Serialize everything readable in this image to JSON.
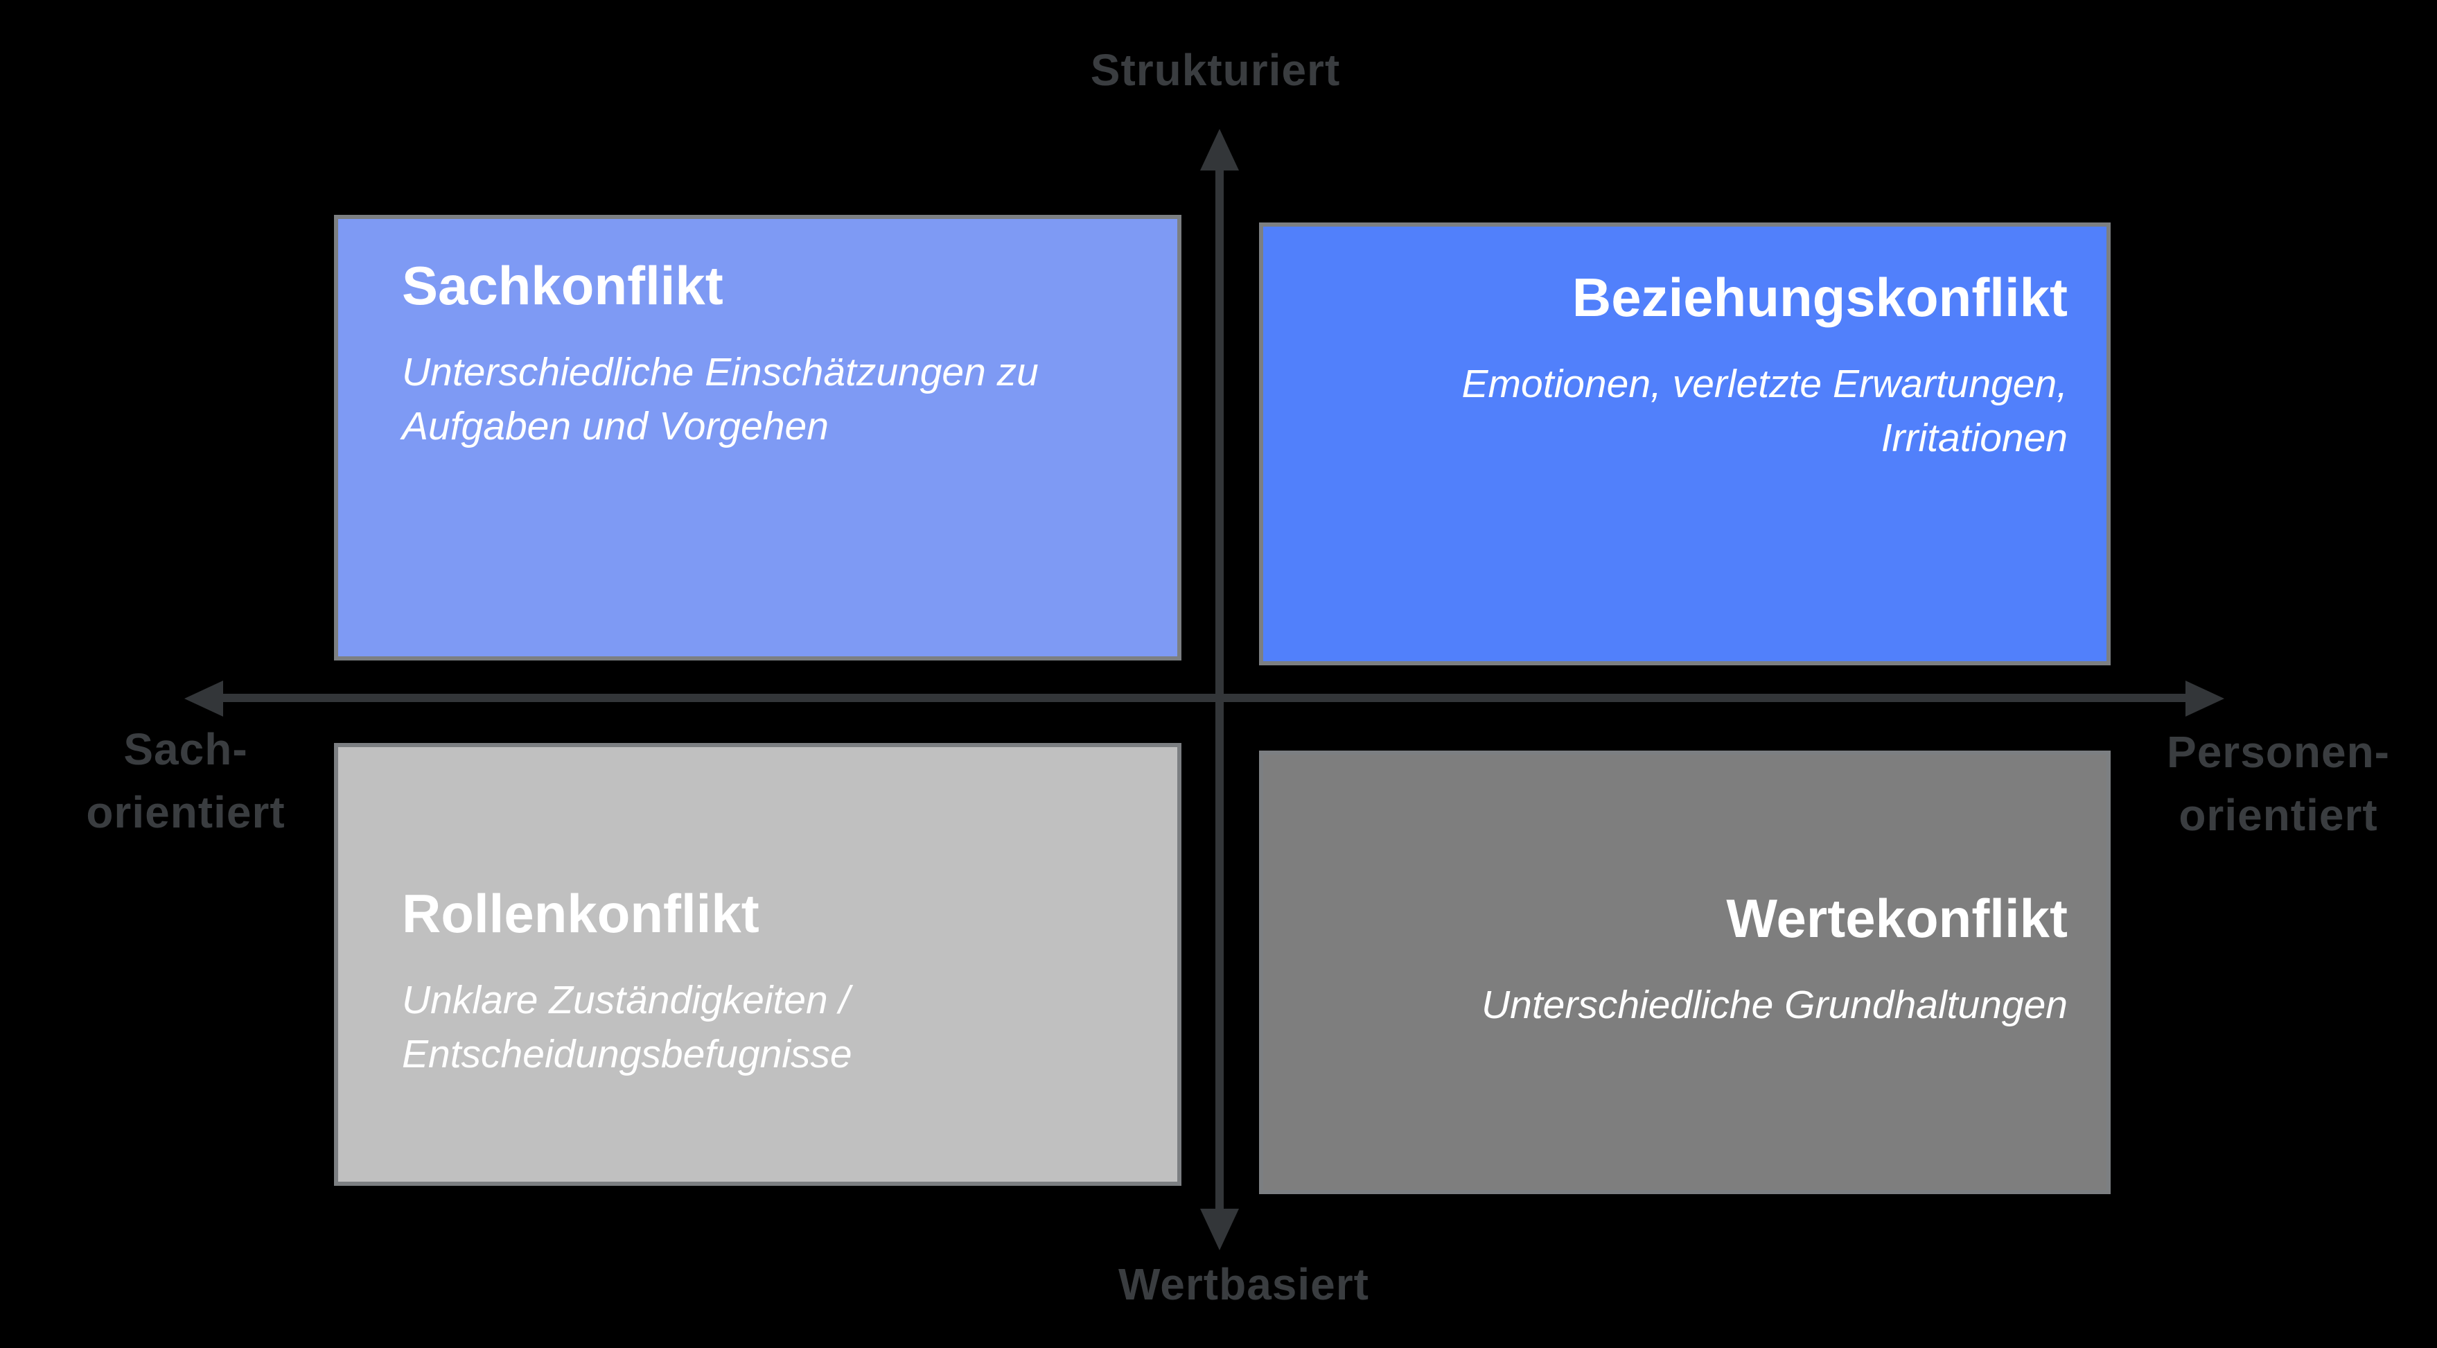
{
  "background": "#000000",
  "axes": {
    "top_label": "Strukturiert",
    "bottom_label": "Wertbasiert",
    "left_label_lines": [
      "Sach-",
      "orientiert"
    ],
    "right_label_lines": [
      "Personen-",
      "orientiert"
    ],
    "line_color": "#333639",
    "label_color": "#3a3d40"
  },
  "quadrants": {
    "top_left": {
      "title": "Sachkonflikt",
      "description_lines": [
        "Unterschiedliche Einschätzungen zu",
        "Aufgaben und Vorgehen"
      ],
      "fill": "#7e9af4",
      "border": "#7c7f82",
      "text_color": "#ffffff"
    },
    "top_right": {
      "title": "Beziehungskonflikt",
      "description_lines": [
        "Emotionen, verletzte Erwartungen,",
        "Irritationen"
      ],
      "fill": "#5180fb",
      "border": "#7c7f82",
      "text_color": "#ffffff"
    },
    "bottom_left": {
      "title": "Rollenkonflikt",
      "description_lines": [
        "Unklare Zuständigkeiten /",
        "Entscheidungsbefugnisse"
      ],
      "fill": "#c0c0c0",
      "border": "#7c7f82",
      "text_color": "#ffffff"
    },
    "bottom_right": {
      "title": "Wertekonflikt",
      "description_lines": [
        "Unterschiedliche Grundhaltungen"
      ],
      "fill": "#7e7e7e",
      "border": "#7c7f82",
      "text_color": "#ffffff"
    }
  }
}
